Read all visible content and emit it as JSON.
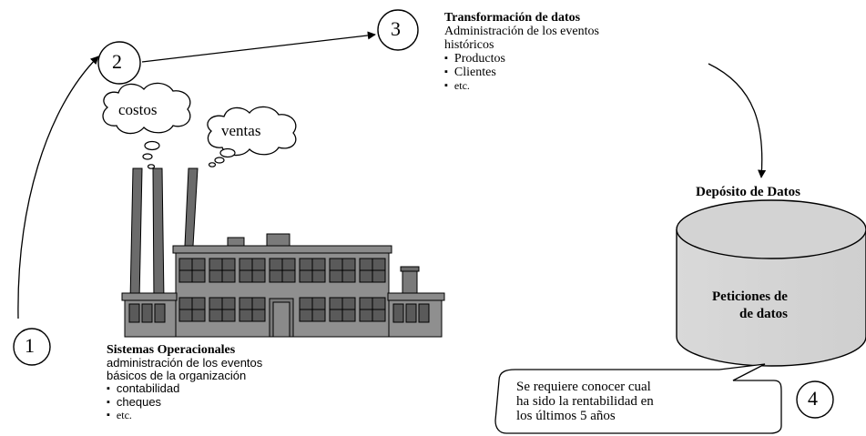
{
  "steps": [
    "1",
    "2",
    "3",
    "4"
  ],
  "clouds": {
    "costos": "costos",
    "ventas": "ventas"
  },
  "transformacion": {
    "title": "Transformación de datos",
    "line1": "Administración de los eventos",
    "line2": "históricos",
    "items": [
      "Productos",
      "Clientes",
      "etc."
    ]
  },
  "sistemas": {
    "title": "Sistemas  Operacionales",
    "line1": "administración de los eventos",
    "line2": "básicos de la organización",
    "items": [
      "contabilidad",
      "cheques",
      "etc."
    ]
  },
  "deposito": {
    "title": "Depósito de Datos",
    "cylinder_line1": "Peticiones de",
    "cylinder_line2": "de datos"
  },
  "callout": {
    "line1": "Se requiere conocer cual",
    "line2": "ha sido la rentabilidad en",
    "line3": "los últimos 5 años"
  }
}
